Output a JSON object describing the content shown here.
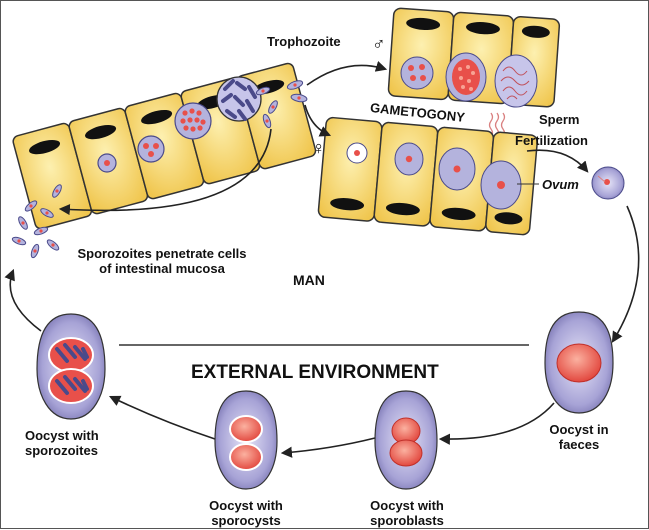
{
  "labels": {
    "trophozoite": "Trophozoite",
    "gametogony": "GAMETOGONY",
    "sperm": "Sperm",
    "fertilization": "Fertilization",
    "ovum": "Ovum",
    "sporozoites_penetrate_line1": "Sporozoites penetrate cells",
    "sporozoites_penetrate_line2": "of intestinal mucosa",
    "man": "MAN",
    "external_environment": "EXTERNAL ENVIRONMENT",
    "oocyst_faeces_line1": "Oocyst in",
    "oocyst_faeces_line2": "faeces",
    "oocyst_sporoblasts_line1": "Oocyst with",
    "oocyst_sporoblasts_line2": "sporoblasts",
    "oocyst_sporocysts_line1": "Oocyst with",
    "oocyst_sporocysts_line2": "sporocysts",
    "oocyst_sporozoites_line1": "Oocyst with",
    "oocyst_sporozoites_line2": "sporozoites"
  },
  "symbols": {
    "male": "♂",
    "female": "♀"
  },
  "colors": {
    "cell_fill": "#f5d66a",
    "cell_stroke": "#333333",
    "nucleus": "#111111",
    "parasite_fill": "#b4b3dd",
    "parasite_stroke": "#4a4a8a",
    "red": "#e8504a",
    "sperm": "#d98080",
    "arrow": "#222222"
  }
}
